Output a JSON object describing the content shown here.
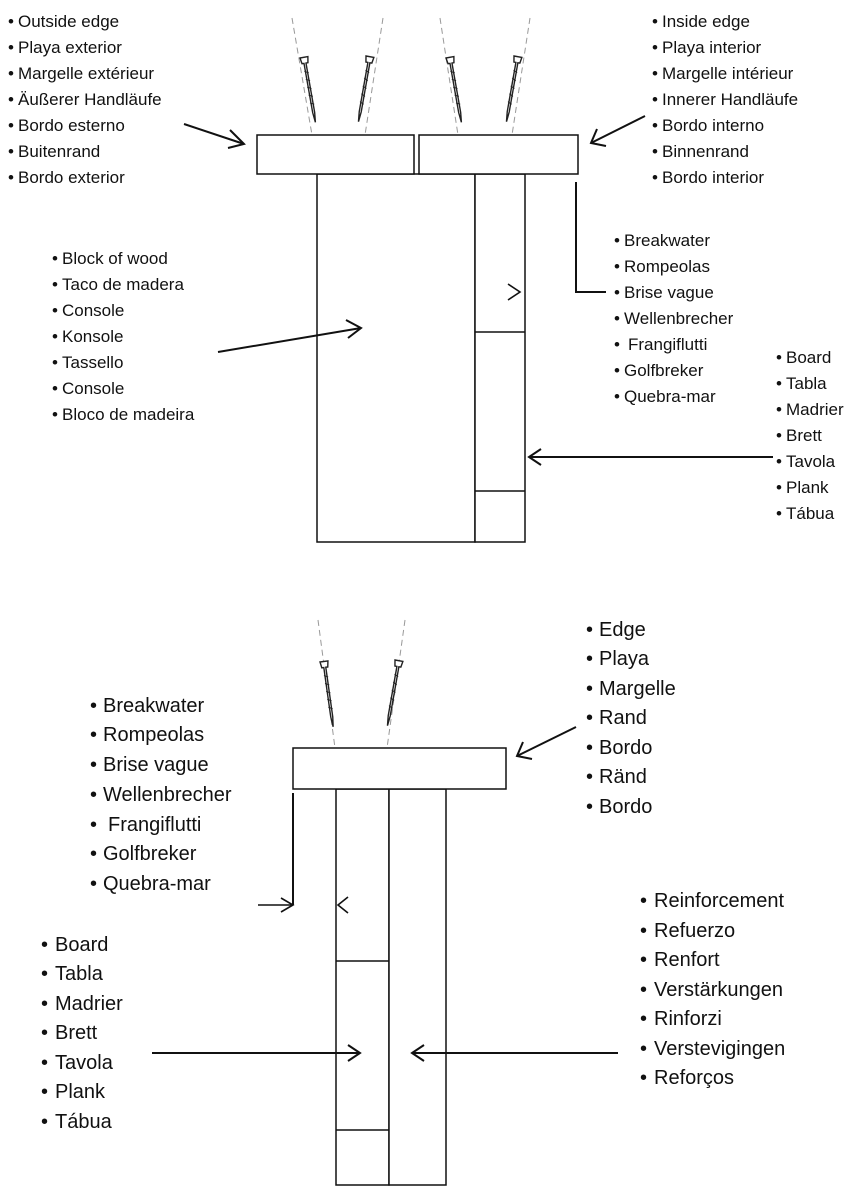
{
  "top_outside_edge": [
    "Outside edge",
    "Playa exterior",
    "Margelle extérieur",
    "Äußerer Handläufe",
    "Bordo esterno",
    "Buitenrand",
    "Bordo exterior"
  ],
  "top_inside_edge": [
    "Inside edge",
    "Playa interior",
    "Margelle intérieur",
    "Innerer Handläufe",
    "Bordo interno",
    "Binnenrand",
    "Bordo interior"
  ],
  "top_block_of_wood": [
    "Block of wood",
    "Taco de madera",
    "Console",
    "Konsole",
    "Tassello",
    "Console",
    "Bloco de madeira"
  ],
  "top_breakwater": [
    "Breakwater",
    "Rompeolas",
    "Brise vague",
    "Wellenbrecher",
    "Frangiflutti",
    "Golfbreker",
    "Quebra-mar"
  ],
  "top_board": [
    "Board",
    "Tabla",
    "Madrier",
    "Brett",
    "Tavola",
    "Plank",
    "Tábua"
  ],
  "bottom_edge": [
    "Edge",
    "Playa",
    "Margelle",
    "Rand",
    "Bordo",
    "Ränd",
    "Bordo"
  ],
  "bottom_breakwater": [
    "Breakwater",
    "Rompeolas",
    "Brise vague",
    "Wellenbrecher",
    "Frangiflutti",
    "Golfbreker",
    "Quebra-mar"
  ],
  "bottom_board": [
    "Board",
    "Tabla",
    "Madrier",
    "Brett",
    "Tavola",
    "Plank",
    "Tábua"
  ],
  "bottom_reinforcement": [
    "Reinforcement",
    "Refuerzo",
    "Renfort",
    "Verstärkungen",
    "Rinforzi",
    "Verstevigingen",
    "Reforços"
  ]
}
